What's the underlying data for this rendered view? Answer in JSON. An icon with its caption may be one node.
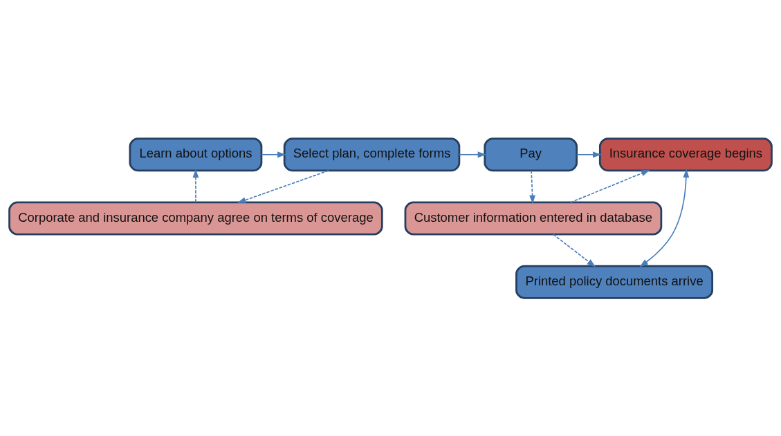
{
  "diagram": {
    "nodes": [
      {
        "text": [
          "Learn about options"
        ]
      },
      {
        "text": [
          "Select plan, complete forms"
        ]
      },
      {
        "text": [
          "Pay"
        ]
      },
      {
        "text": [
          "Insurance coverage begins"
        ]
      },
      {
        "text": [
          "Printed policy documents arrive"
        ]
      },
      {
        "text": [
          "Corporate and insurance company agree on terms of coverage"
        ]
      },
      {
        "text": [
          "Customer information entered in database"
        ]
      }
    ],
    "edges": [
      {
        "from": 0,
        "to": 1,
        "arrow": "to"
      },
      {
        "from": 1,
        "to": 2,
        "arrow": "to"
      },
      {
        "from": 2,
        "to": 3,
        "arrow": "to"
      },
      {
        "from": 5,
        "to": 0,
        "arrow": "to",
        "style": "dashed"
      },
      {
        "from": 1,
        "to": 5,
        "arrow": "to",
        "style": "dashed"
      },
      {
        "from": 2,
        "to": 6,
        "arrow": "to",
        "style": "dashed"
      },
      {
        "from": 6,
        "to": 3,
        "arrow": "to",
        "style": "dashed"
      },
      {
        "from": 3,
        "to": 4,
        "arrow": "both"
      },
      {
        "from": 6,
        "to": 4,
        "arrow": "to",
        "style": "dashed"
      }
    ]
  }
}
